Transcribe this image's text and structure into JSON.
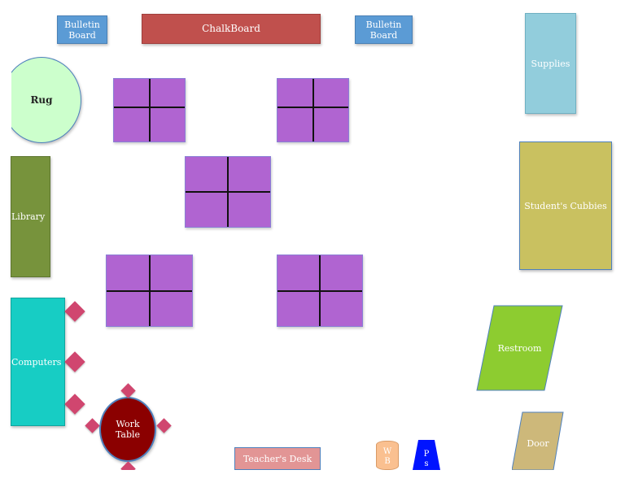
{
  "labels": {
    "bulletin_left": "Bulletin\nBoard",
    "chalkboard": "ChalkBoard",
    "bulletin_right": "Bulletin\nBoard",
    "supplies": "Supplies",
    "rug": "Rug",
    "library": "Library",
    "cubbies": "Student's Cubbies",
    "computers": "Computers",
    "restroom": "Restroom",
    "work_table": "Work\nTable",
    "teacher_desk": "Teacher's Desk",
    "wastebin": "W\nB",
    "ps": "P\ns",
    "door": "Door"
  },
  "colors": {
    "bulletin": "#5b9bd5",
    "chalkboard": "#c0504d",
    "supplies": "#92cddc",
    "rug": "#ccffcc",
    "library": "#77933c",
    "desk": "#b064d1",
    "cubbies": "#c9c160",
    "computers": "#17cdc4",
    "restroom": "#8dcc30",
    "work_table": "#8b0000",
    "chair": "#d0466f",
    "teacher_desk": "#e29595",
    "wastebin": "#fac090",
    "ps": "#0014ff",
    "door": "#cdb87a"
  }
}
